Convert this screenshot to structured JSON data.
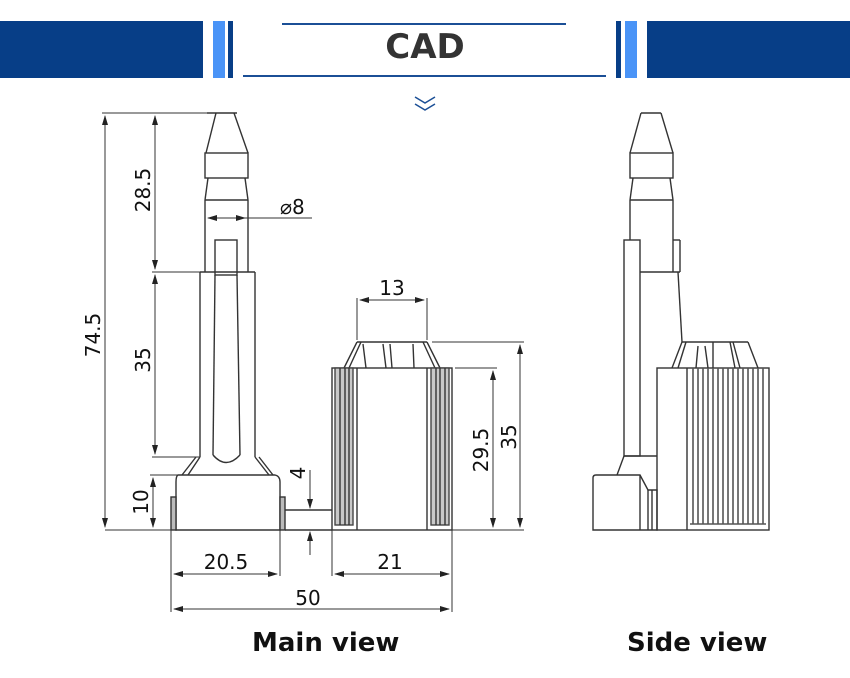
{
  "header": {
    "title": "CAD",
    "accent_color": "#073e87",
    "stripe_light_color": "#4a94f7",
    "icon": "double-chevron-down-icon"
  },
  "main_view": {
    "caption": "Main view",
    "dimensions": {
      "total_height": "74.5",
      "tip_height": "28.5",
      "shaft_height": "35",
      "base_height": "10",
      "diameter": "⌀8",
      "gap_height": "4",
      "cap_top_width": "13",
      "cap_height": "35",
      "cap_body_height": "29.5",
      "base_width": "20.5",
      "cap_width": "21",
      "total_width": "50"
    }
  },
  "side_view": {
    "caption": "Side view"
  }
}
